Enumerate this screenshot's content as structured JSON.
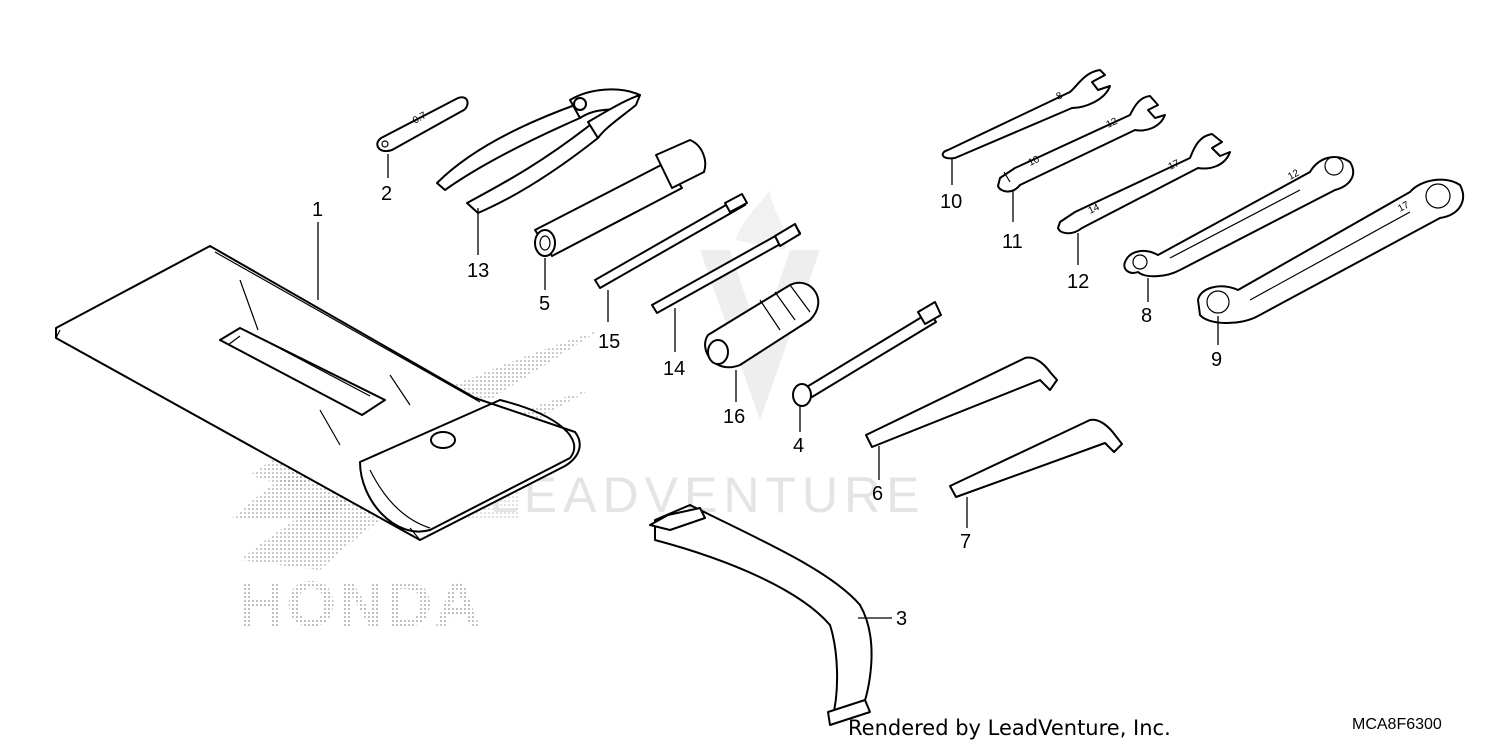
{
  "diagram": {
    "footer_credit": "Rendered by LeadVenture, Inc.",
    "diagram_code": "MCA8F6300",
    "watermark_brand": "HONDA",
    "watermark_dealer": "LEADVENTURE",
    "part_labels": {
      "p1": "1",
      "p2": "2",
      "p3": "3",
      "p4": "4",
      "p5": "5",
      "p6": "6",
      "p7": "7",
      "p8": "8",
      "p9": "9",
      "p10": "10",
      "p11": "11",
      "p12": "12",
      "p13": "13",
      "p14": "14",
      "p15": "15",
      "p16": "16"
    },
    "stamped_sizes": {
      "gauge": "0.7",
      "wrench10": "8",
      "wrench11": "10",
      "wrench11b": "12",
      "wrench12": "14",
      "wrench12b": "17",
      "ring8": "12",
      "ring9": "17"
    }
  }
}
